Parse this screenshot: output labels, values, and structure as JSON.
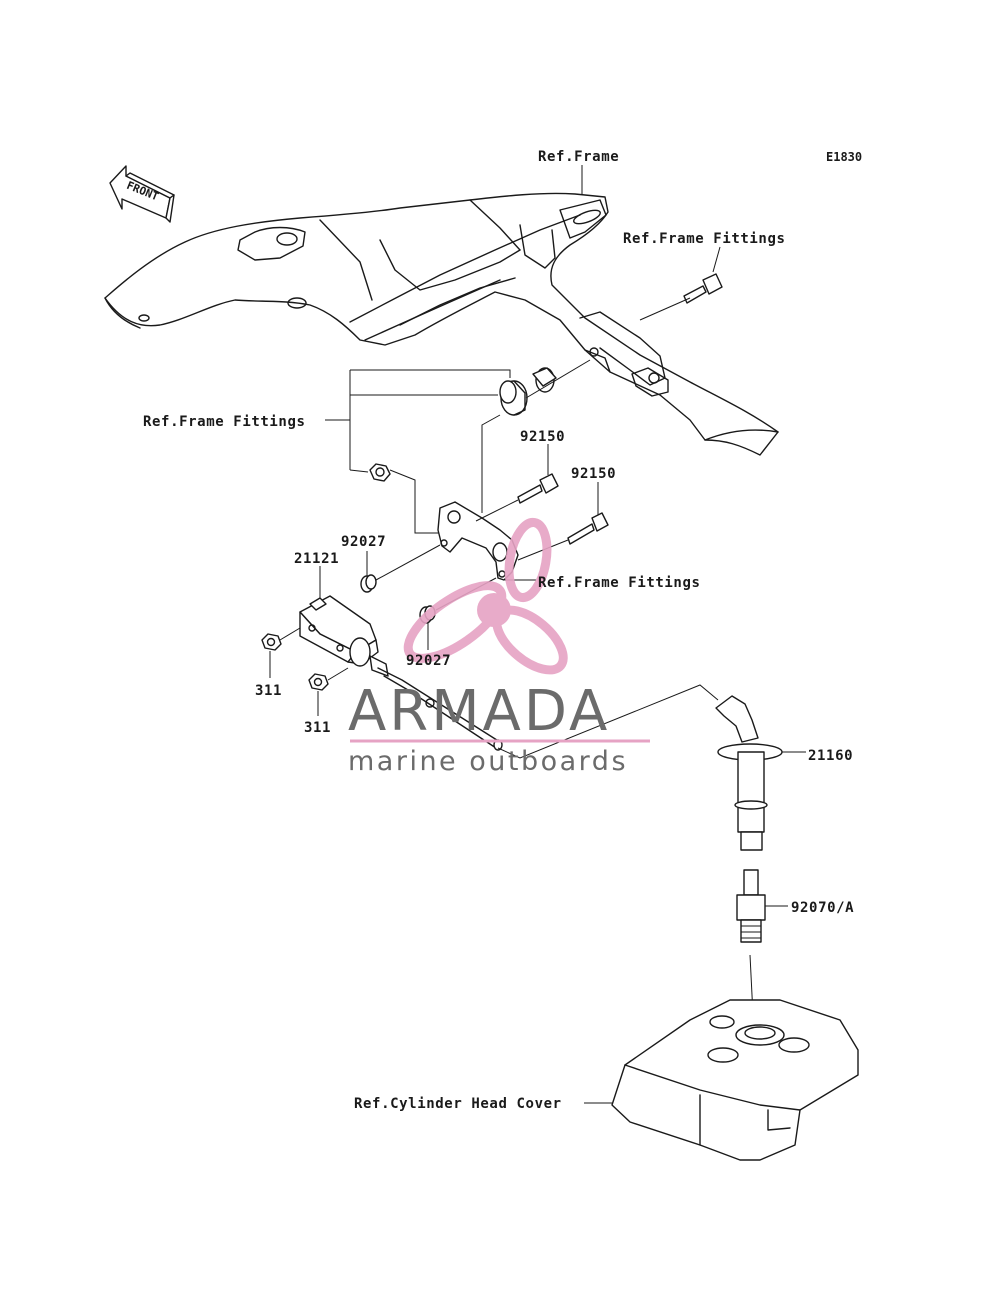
{
  "diagram_code": "E1830",
  "front_label": "FRONT",
  "callouts": {
    "ref_frame": "Ref.Frame",
    "ref_frame_fittings_top": "Ref.Frame Fittings",
    "ref_frame_fittings_left": "Ref.Frame Fittings",
    "ref_frame_fittings_mid": "Ref.Frame Fittings",
    "ref_cylinder_head_cover": "Ref.Cylinder Head Cover"
  },
  "parts": {
    "bolt_upper": "92150",
    "bolt_lower": "92150",
    "spacer_upper": "92027",
    "spacer_lower": "92027",
    "ignition_coil": "21121",
    "nut_left": "311",
    "nut_lower": "311",
    "plug_cap": "21160",
    "spark_plug": "92070/A"
  },
  "watermark": {
    "brand": "ARMADA",
    "tagline": "marine outboards",
    "colors": {
      "text": "#6b6b6b",
      "accent": "#e6a3c4"
    }
  }
}
